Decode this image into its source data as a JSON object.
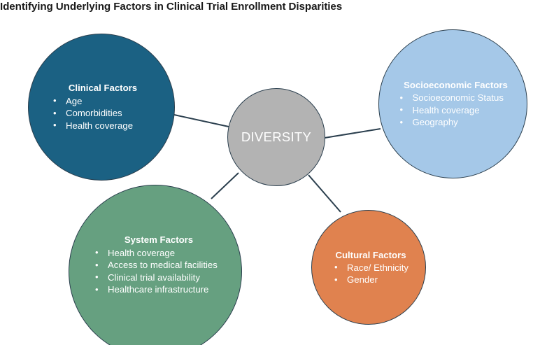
{
  "title": "Identifying Underlying Factors in Clinical Trial Enrollment Disparities",
  "center": {
    "label": "DIVERSITY",
    "color": "#b3b3b3"
  },
  "nodes": [
    {
      "id": "clinical",
      "title": "Clinical Factors",
      "color": "#1b6183",
      "items": [
        "Age",
        "Comorbidities",
        "Health coverage"
      ]
    },
    {
      "id": "socioeconomic",
      "title": "Socioeconomic Factors",
      "color": "#a5c8e8",
      "items": [
        "Socioeconomic Status",
        "Health coverage",
        "Geography"
      ]
    },
    {
      "id": "system",
      "title": "System Factors",
      "color": "#66a080",
      "items": [
        "Health coverage",
        "Access to medical facilities",
        "Clinical trial availability",
        "Healthcare infrastructure"
      ]
    },
    {
      "id": "cultural",
      "title": "Cultural Factors",
      "color": "#e0824f",
      "items": [
        "Race/ Ethnicity",
        "Gender"
      ]
    }
  ],
  "connectors": [
    {
      "from": "center",
      "to": "clinical"
    },
    {
      "from": "center",
      "to": "socioeconomic"
    },
    {
      "from": "center",
      "to": "system"
    },
    {
      "from": "center",
      "to": "cultural"
    }
  ],
  "border_color": "#2b3f4e",
  "text_color": "#ffffff",
  "title_color": "#1a1a1a"
}
